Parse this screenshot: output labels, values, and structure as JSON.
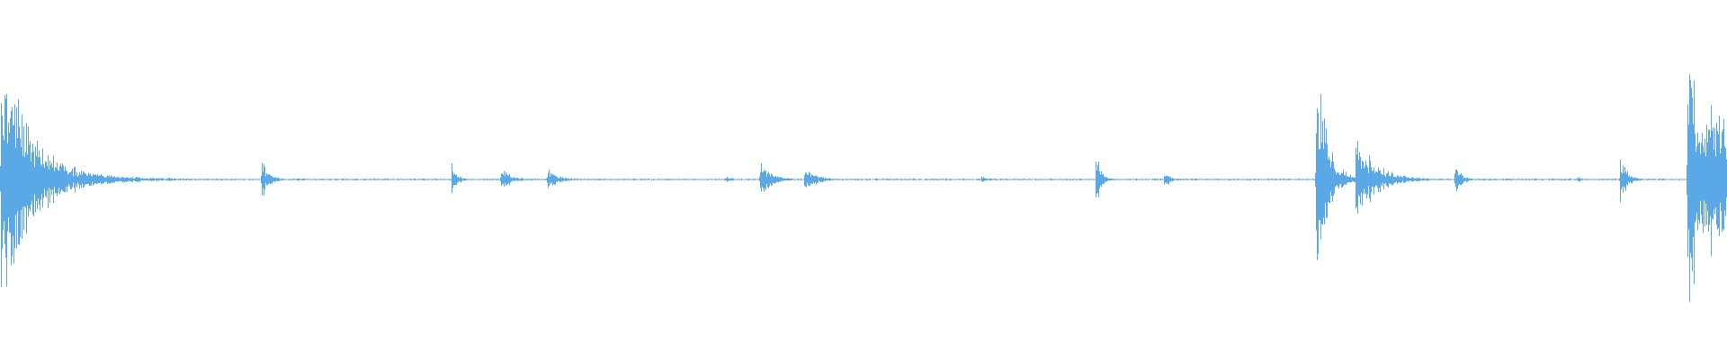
{
  "waveform": {
    "color": "#5aa9e6",
    "amplitude_range": [
      -1,
      1
    ],
    "noise_floor": 0.004,
    "bursts": [
      {
        "t": 0.0005,
        "peak": 0.8,
        "decay": 0.018
      },
      {
        "t": 0.0145,
        "peak": 0.21,
        "decay": 0.006
      },
      {
        "t": 0.046,
        "peak": 0.045,
        "decay": 0.03
      },
      {
        "t": 0.097,
        "peak": 0.012,
        "decay": 0.01
      },
      {
        "t": 0.1515,
        "peak": 0.13,
        "decay": 0.004
      },
      {
        "t": 0.172,
        "peak": 0.01,
        "decay": 0.008
      },
      {
        "t": 0.2615,
        "peak": 0.11,
        "decay": 0.003
      },
      {
        "t": 0.29,
        "peak": 0.07,
        "decay": 0.006
      },
      {
        "t": 0.317,
        "peak": 0.075,
        "decay": 0.006
      },
      {
        "t": 0.42,
        "peak": 0.03,
        "decay": 0.003
      },
      {
        "t": 0.44,
        "peak": 0.13,
        "decay": 0.006
      },
      {
        "t": 0.466,
        "peak": 0.095,
        "decay": 0.006
      },
      {
        "t": 0.568,
        "peak": 0.025,
        "decay": 0.004
      },
      {
        "t": 0.6345,
        "peak": 0.19,
        "decay": 0.003
      },
      {
        "t": 0.674,
        "peak": 0.07,
        "decay": 0.003
      },
      {
        "t": 0.762,
        "peak": 0.8,
        "decay": 0.006
      },
      {
        "t": 0.785,
        "peak": 0.27,
        "decay": 0.012
      },
      {
        "t": 0.8425,
        "peak": 0.09,
        "decay": 0.004
      },
      {
        "t": 0.913,
        "peak": 0.02,
        "decay": 0.003
      },
      {
        "t": 0.938,
        "peak": 0.15,
        "decay": 0.004
      },
      {
        "t": 0.977,
        "peak": 0.88,
        "decay": 0.012
      },
      {
        "t": 0.989,
        "peak": 0.5,
        "decay": 0.03
      }
    ]
  }
}
